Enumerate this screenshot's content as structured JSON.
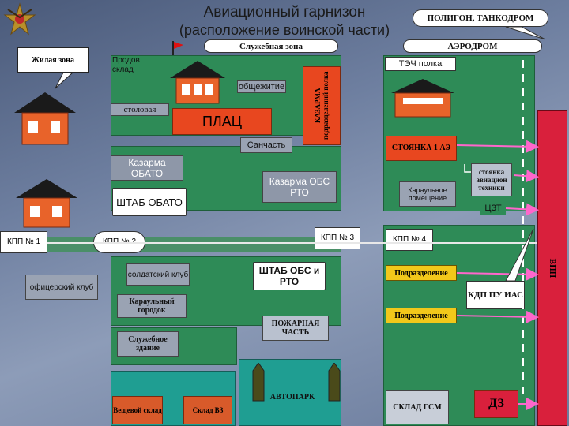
{
  "header": {
    "title_line1": "Авиационный гарнизон",
    "title_line2": "(расположение воинской части)"
  },
  "labels": {
    "polygon": "ПОЛИГОН, ТАНКОДРОМ",
    "service_zone": "Служебная зона",
    "airfield": "АЭРОДРОМ",
    "living_zone": "Жилая зона",
    "food_warehouse": "Продов склад",
    "tec": "ТЭЧ полка",
    "dormitory": "общежитие",
    "canteen": "столовая",
    "parade": "ПЛАЦ",
    "barracks_vert": "КАЗАРМА подразделений полка",
    "medical": "Санчасть",
    "parking": "СТОЯНКА 1 АЭ",
    "barracks_obato": "Казарма ОБАТО",
    "barracks_obs": "Казарма ОБС РТО",
    "guard_room": "Караульное помещение",
    "aviation_tech": "стоянка авиацион техники",
    "hq_obato": "ШТАБ ОБАТО",
    "czt": "ЦЗТ",
    "kpp1": "КПП № 1",
    "kpp2": "КПП № 2",
    "kpp3": "КПП № 3",
    "kpp4": "КПП № 4",
    "vpp": "ВПП",
    "soldier_club": "солдатский клуб",
    "hq_obs": "ШТАБ ОБС и РТО",
    "subdivision1": "Подразделение",
    "officer_club": "офицерский клуб",
    "kdp": "КДП ПУ ИАС",
    "guard_town": "Караульный городок",
    "fire_station": "ПОЖАРНАЯ ЧАСТЬ",
    "subdivision2": "Подразделение",
    "service_building": "Служебное здание",
    "motor_pool": "АВТОПАРК",
    "clothing_store": "Вещевой склад",
    "ammo_store": "Склад ВЗ",
    "fuel_store": "СКЛАД ГСМ",
    "dz": "ДЗ"
  },
  "colors": {
    "green_zone": "#2e8b57",
    "teal_zone": "#1f9e92",
    "red_building": "#e8471f",
    "house_body": "#e8632a",
    "vpp_red": "#d9203c",
    "arrow_pink": "#ff66cc",
    "kpp_line": "#e8e8e8"
  }
}
